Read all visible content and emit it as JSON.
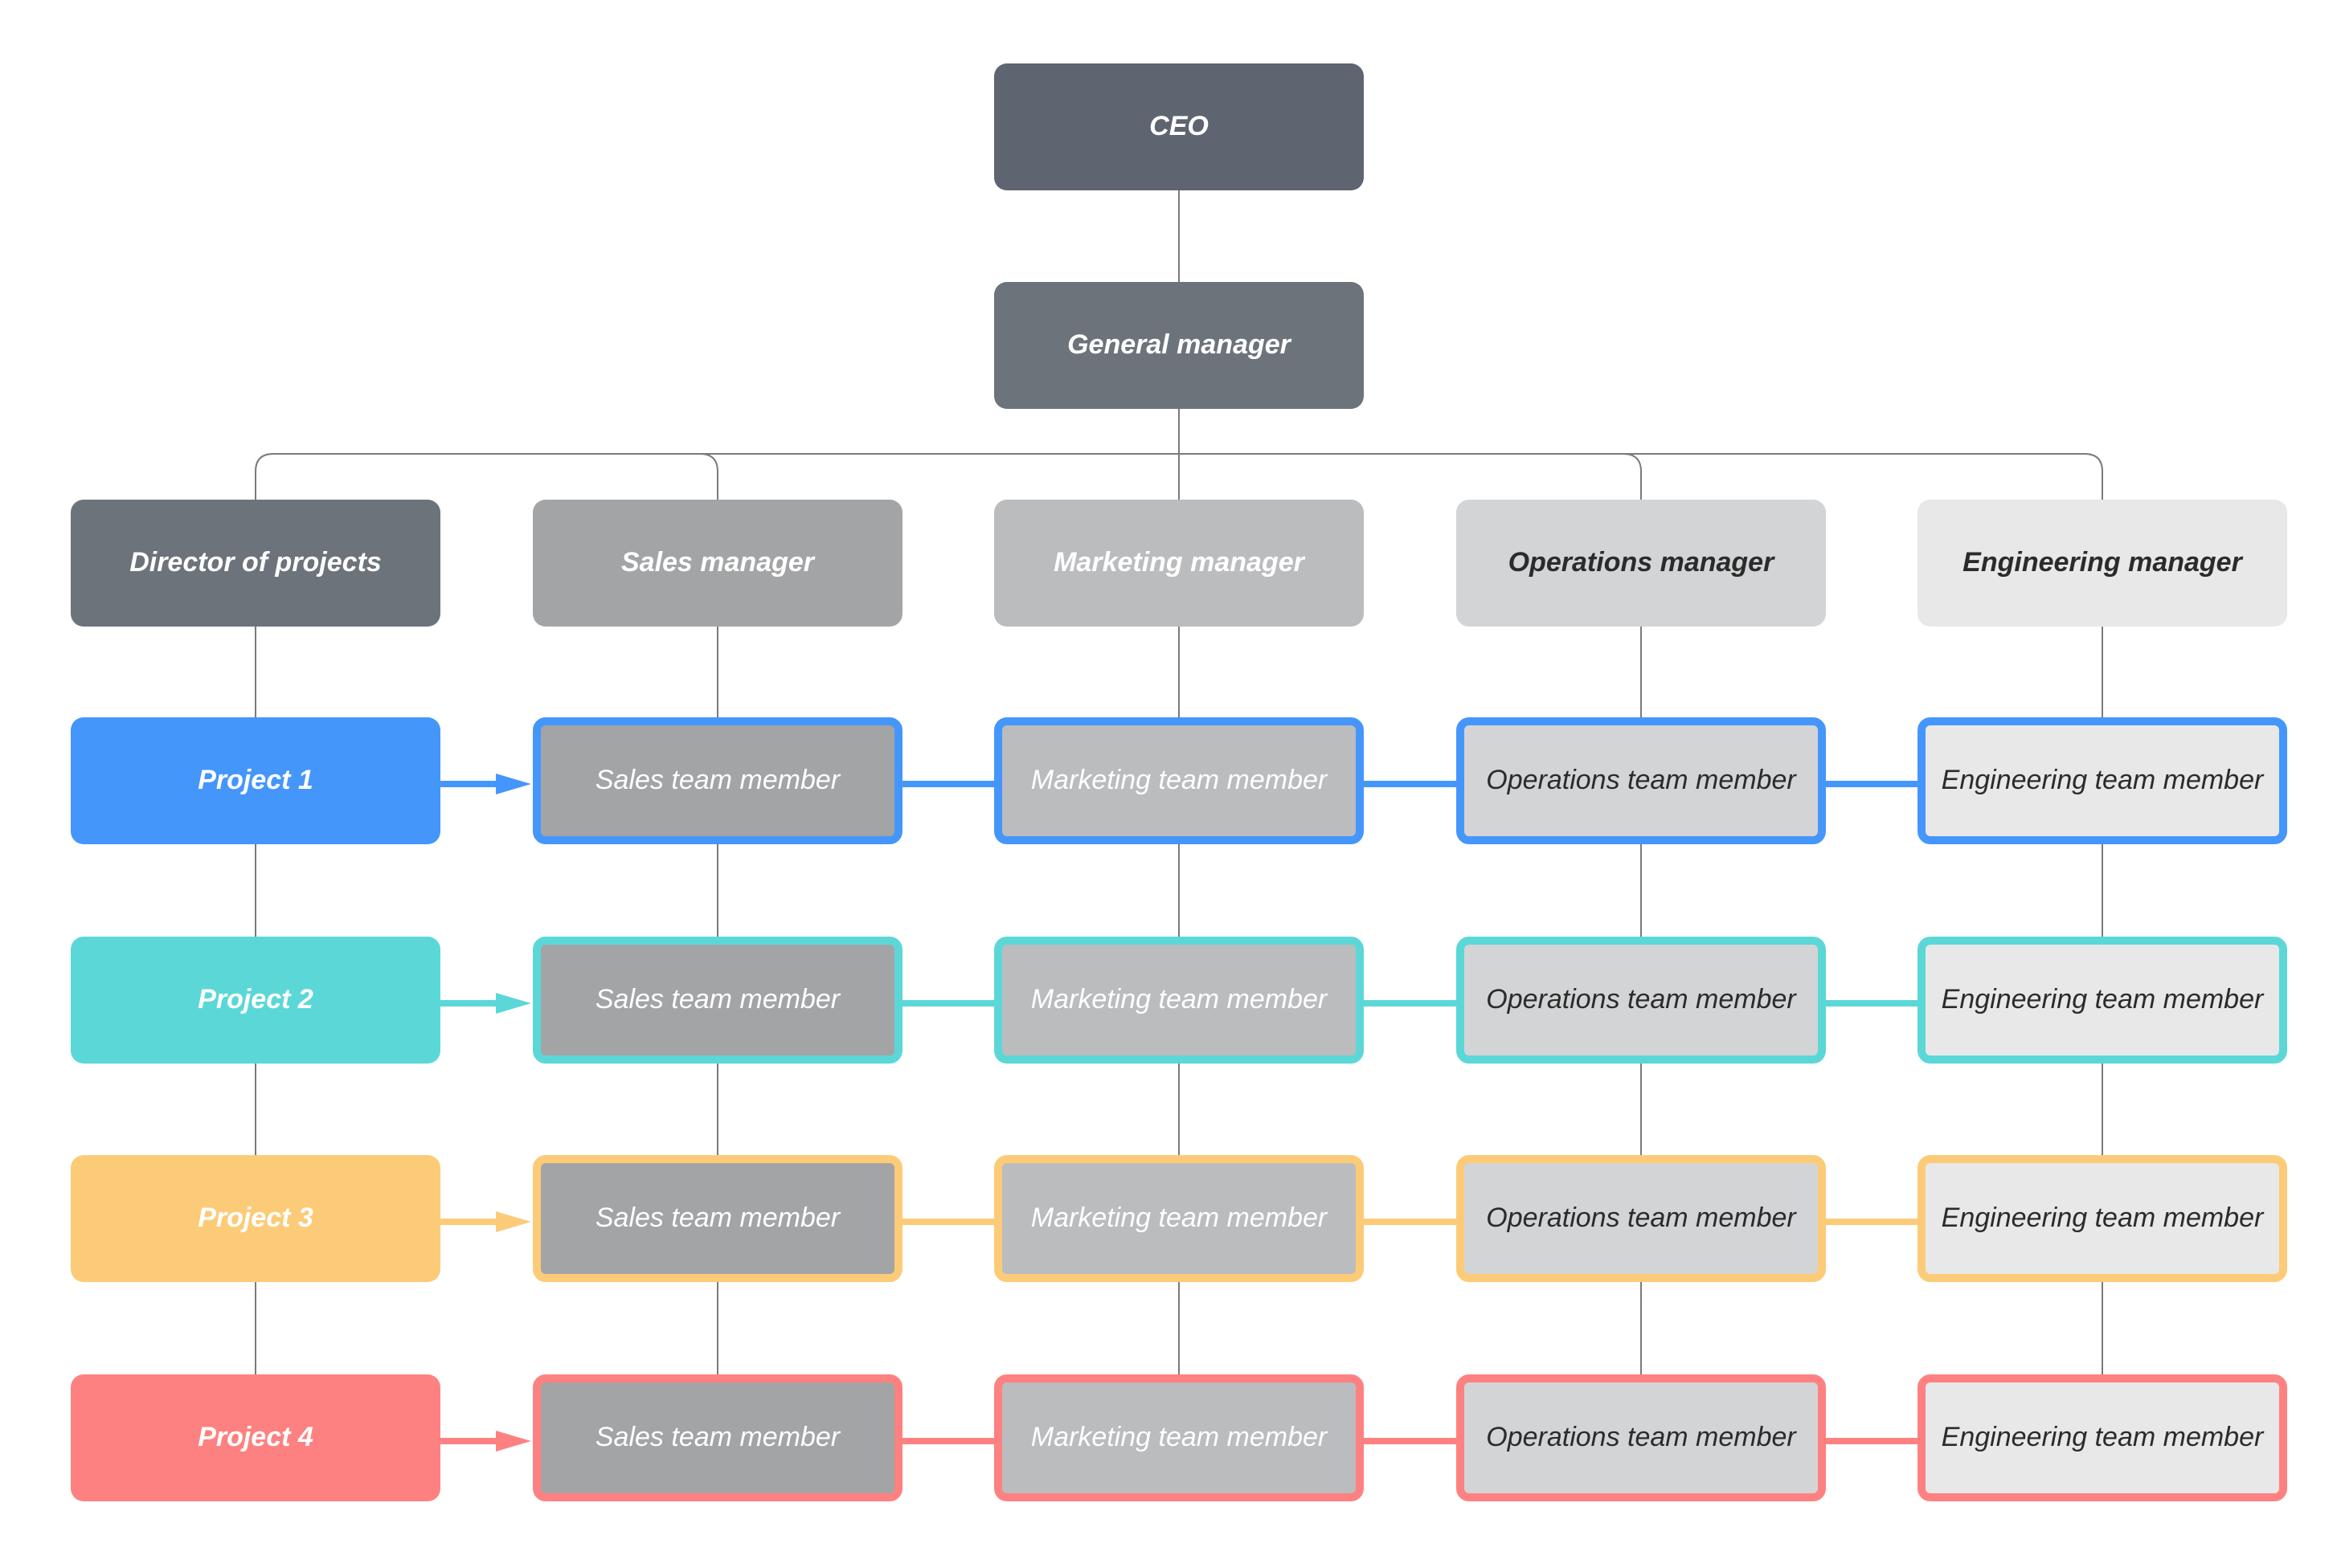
{
  "colors": {
    "connector": "#7a7a7a",
    "project_1": "#4596fb",
    "project_2": "#5cd7d7",
    "project_3": "#fccb78",
    "project_4": "#fe8181",
    "ceo_fill": "#5e6570",
    "gm_fill": "#6c737b",
    "director_fill": "#6c737b",
    "sales_fill": "#a3a4a6",
    "marketing_fill": "#bbbcbe",
    "operations_fill": "#d3d4d6",
    "engineering_fill": "#e8e8e8",
    "light_text": "#ffffff",
    "dark_text": "#2b2b2b"
  },
  "chart": {
    "ceo": "CEO",
    "general_manager": "General manager",
    "columns": [
      {
        "key": "director",
        "manager": "Director of projects",
        "members": [
          "Project 1",
          "Project 2",
          "Project 3",
          "Project 4"
        ]
      },
      {
        "key": "sales",
        "manager": "Sales manager",
        "members": [
          "Sales team member",
          "Sales team member",
          "Sales team member",
          "Sales team member"
        ]
      },
      {
        "key": "marketing",
        "manager": "Marketing manager",
        "members": [
          "Marketing team member",
          "Marketing team member",
          "Marketing team member",
          "Marketing team member"
        ]
      },
      {
        "key": "operations",
        "manager": "Operations manager",
        "members": [
          "Operations team member",
          "Operations team member",
          "Operations team member",
          "Operations team member"
        ]
      },
      {
        "key": "engineering",
        "manager": "Engineering manager",
        "members": [
          "Engineering team member",
          "Engineering team member",
          "Engineering team member",
          "Engineering team member"
        ]
      }
    ]
  }
}
